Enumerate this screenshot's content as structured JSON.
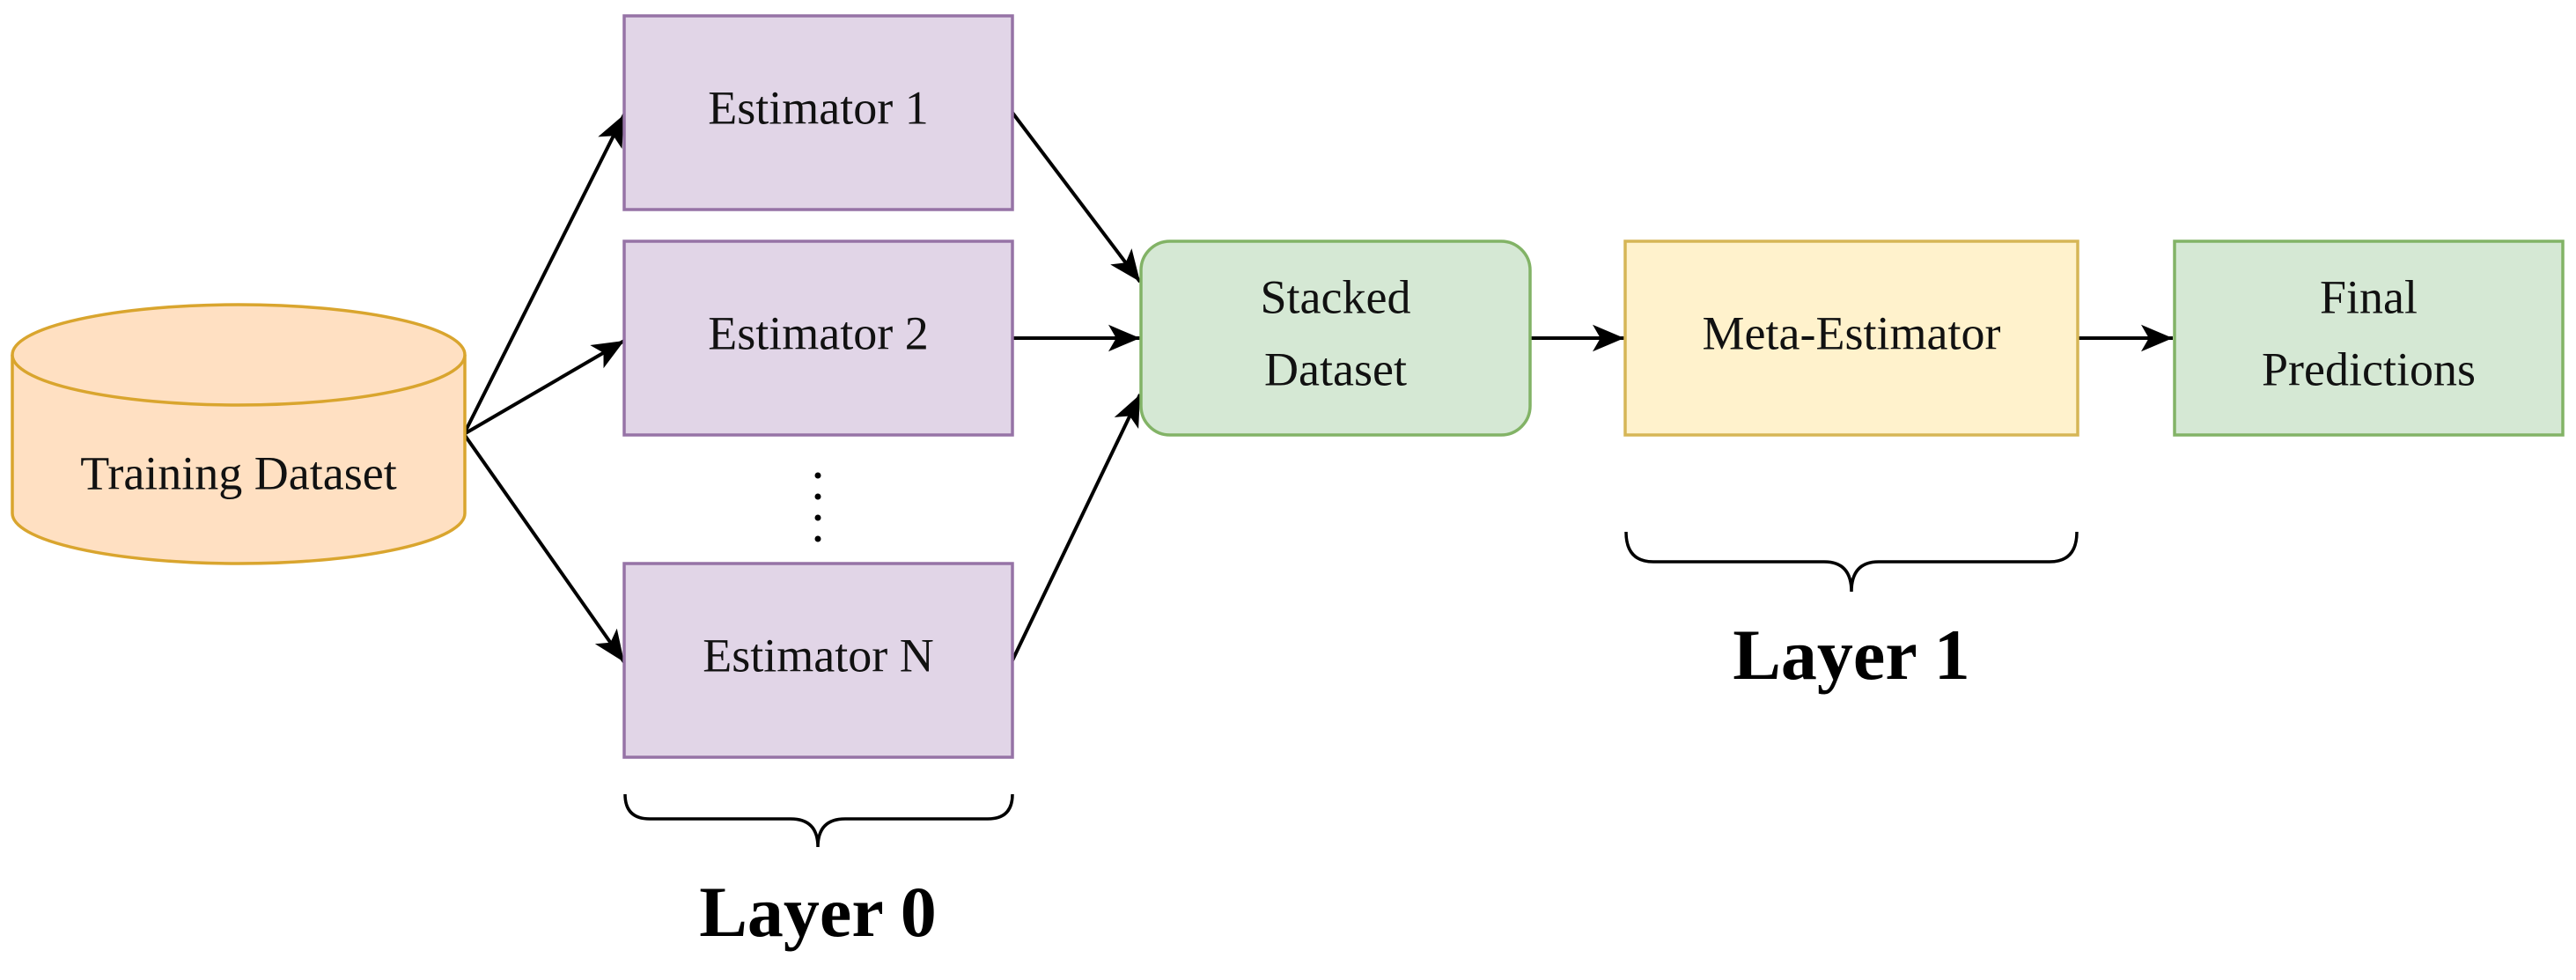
{
  "nodes": {
    "training_dataset": {
      "label": "Training Dataset",
      "fill": "#FFE0C2",
      "stroke": "#D9A52E"
    },
    "estimator_1": {
      "label": "Estimator 1",
      "fill": "#E1D5E7",
      "stroke": "#9673A6"
    },
    "estimator_2": {
      "label": "Estimator 2",
      "fill": "#E1D5E7",
      "stroke": "#9673A6"
    },
    "estimator_n": {
      "label": "Estimator N",
      "fill": "#E1D5E7",
      "stroke": "#9673A6"
    },
    "stacked_dataset": {
      "label_line1": "Stacked",
      "label_line2": "Dataset",
      "fill": "#D5E8D4",
      "stroke": "#82B366"
    },
    "meta_estimator": {
      "label": "Meta-Estimator",
      "fill": "#FFF2CC",
      "stroke": "#D6B656"
    },
    "final_predictions": {
      "label_line1": "Final",
      "label_line2": "Predictions",
      "fill": "#D5E8D4",
      "stroke": "#82B366"
    }
  },
  "layers": {
    "layer_0": "Layer 0",
    "layer_1": "Layer 1"
  },
  "edges": [
    {
      "from": "training_dataset",
      "to": "estimator_1"
    },
    {
      "from": "training_dataset",
      "to": "estimator_2"
    },
    {
      "from": "training_dataset",
      "to": "estimator_n"
    },
    {
      "from": "estimator_1",
      "to": "stacked_dataset"
    },
    {
      "from": "estimator_2",
      "to": "stacked_dataset"
    },
    {
      "from": "estimator_n",
      "to": "stacked_dataset"
    },
    {
      "from": "stacked_dataset",
      "to": "meta_estimator"
    },
    {
      "from": "meta_estimator",
      "to": "final_predictions"
    }
  ],
  "colors": {
    "edge": "#000000",
    "text": "#111111"
  }
}
